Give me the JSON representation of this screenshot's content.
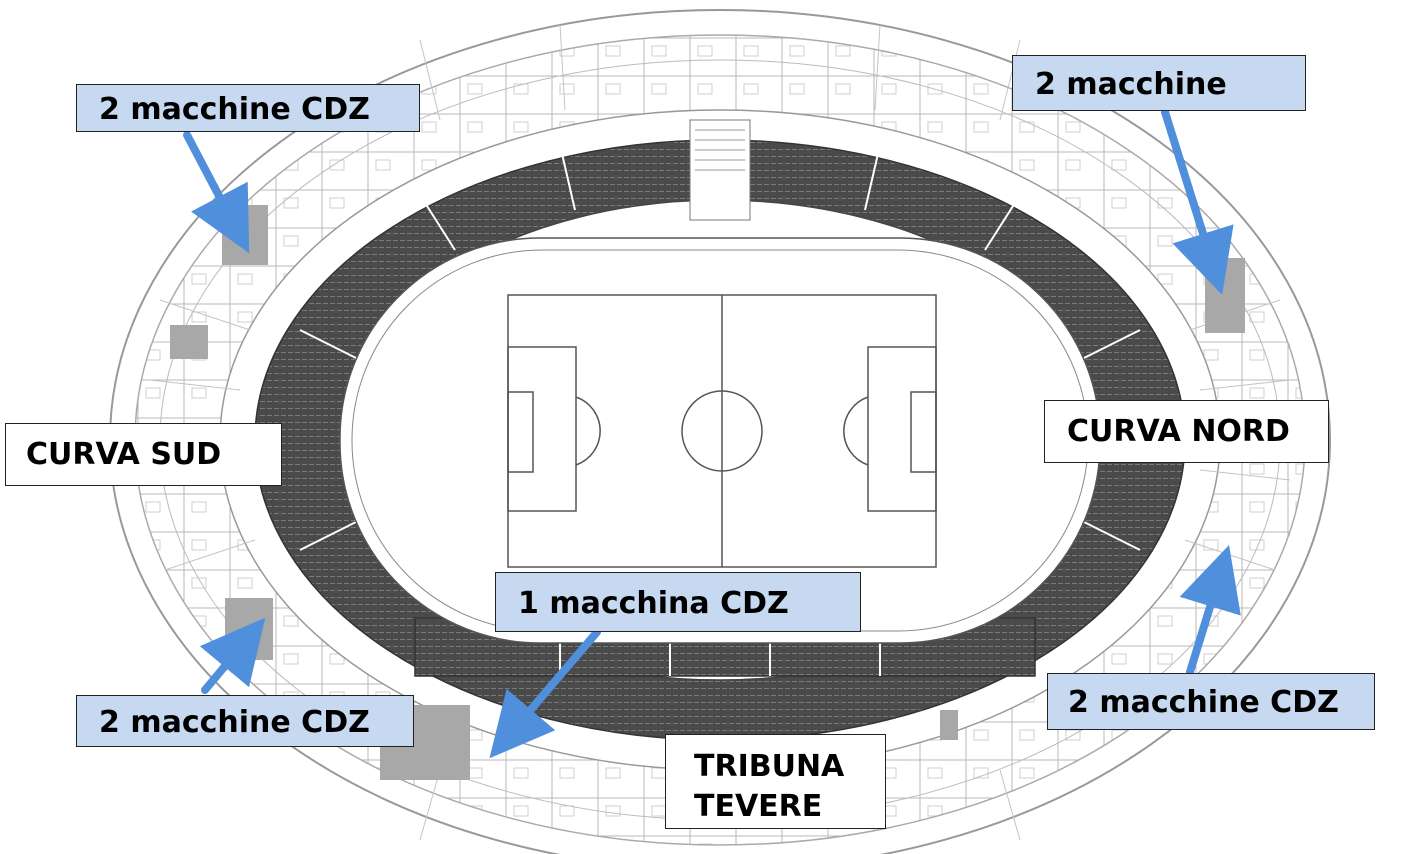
{
  "labels": {
    "top_left": "2 macchine CDZ",
    "top_right": "2 macchine",
    "center_bottom": "1 macchina CDZ",
    "bottom_left": "2 macchine CDZ",
    "bottom_right": "2 macchine CDZ",
    "curva_sud": "CURVA SUD",
    "curva_nord": "CURVA NORD",
    "tribuna_line1": "TRIBUNA",
    "tribuna_line2": "TEVERE"
  },
  "colors": {
    "callout_fill": "#c6d9f1",
    "arrow": "#4f8fdc",
    "stand": "#4a4a4a",
    "highlight_room": "#a8a8a8"
  }
}
